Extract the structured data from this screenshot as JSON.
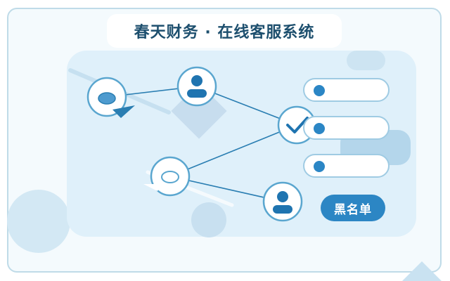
{
  "header": {
    "title": "春天财务 · 在线客服系统"
  },
  "network": {
    "nodes": [
      {
        "name": "chat-bubble-node-top",
        "icon": "chat-bubble-icon"
      },
      {
        "name": "user-node-top",
        "icon": "user-icon"
      },
      {
        "name": "verify-node",
        "icon": "checkmark-icon"
      },
      {
        "name": "chat-bubble-node-bottom",
        "icon": "chat-bubble-icon"
      },
      {
        "name": "user-node-bottom",
        "icon": "user-icon"
      }
    ]
  },
  "list": {
    "items": [
      "",
      "",
      ""
    ]
  },
  "actions": {
    "blacklist_label": "黑名单"
  },
  "colors": {
    "primary": "#2c86c4",
    "title": "#1d4f6e",
    "panel": "#dff0fa",
    "line": "#2a7eb2",
    "node_border": "#5aa6cf"
  }
}
